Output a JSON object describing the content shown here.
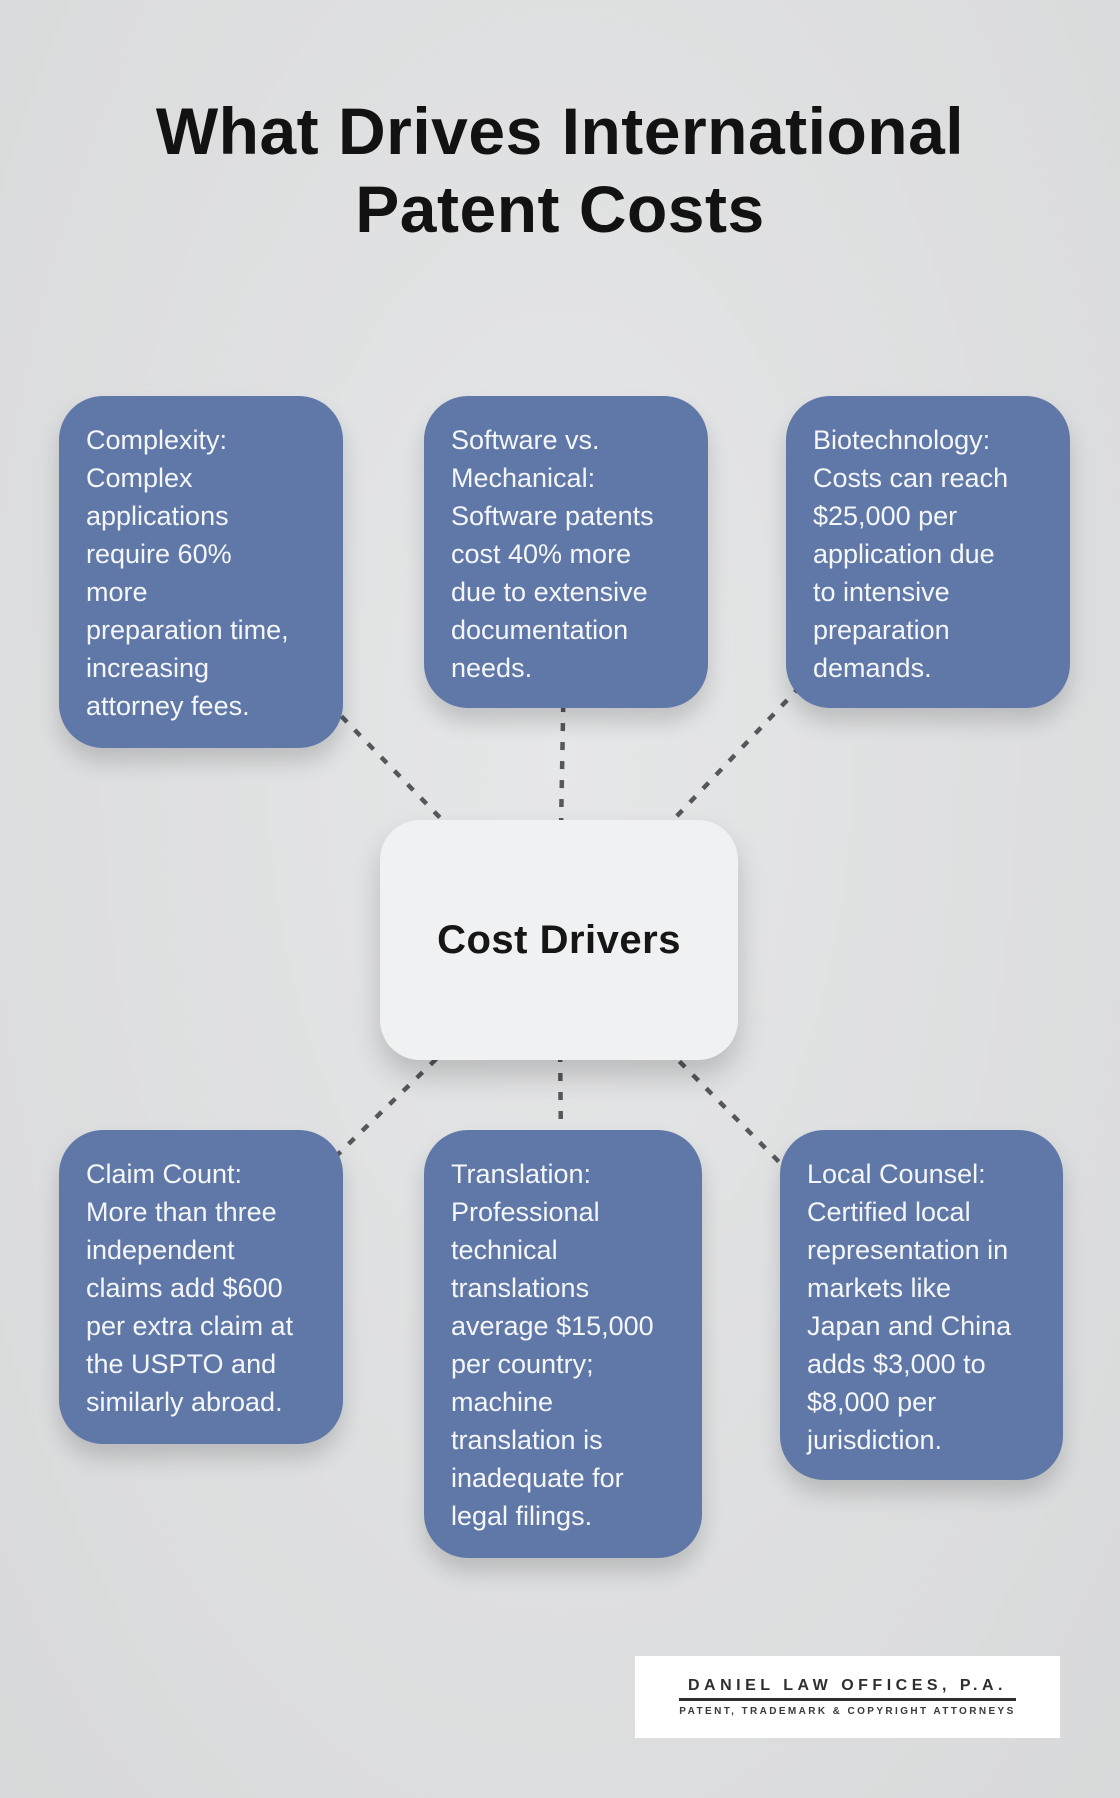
{
  "title": "What Drives International\nPatent Costs",
  "center": {
    "label": "Cost Drivers"
  },
  "nodes": [
    {
      "id": "complexity",
      "text": "Complexity:\nComplex\napplications\nrequire 60%\nmore\npreparation time,\nincreasing\nattorney fees."
    },
    {
      "id": "software-vs-mechanical",
      "text": "Software vs.\nMechanical:\nSoftware patents\ncost 40% more\ndue to extensive\ndocumentation\nneeds."
    },
    {
      "id": "biotechnology",
      "text": "Biotechnology:\nCosts can reach\n$25,000 per\napplication due\nto intensive\npreparation\ndemands."
    },
    {
      "id": "claim-count",
      "text": "Claim Count:\nMore than three\nindependent\nclaims add $600\nper extra claim at\nthe USPTO and\nsimilarly abroad."
    },
    {
      "id": "translation",
      "text": "Translation:\nProfessional\ntechnical\ntranslations\naverage $15,000\nper country;\nmachine\ntranslation is\ninadequate for\nlegal filings."
    },
    {
      "id": "local-counsel",
      "text": "Local Counsel:\nCertified local\nrepresentation in\nmarkets like\nJapan and China\nadds $3,000 to\n$8,000 per\njurisdiction."
    }
  ],
  "logo": {
    "name": "DANIEL LAW OFFICES, P.A.",
    "tagline": "PATENT, TRADEMARK & COPYRIGHT ATTORNEYS"
  },
  "colors": {
    "background": "#dfe0e1",
    "node_fill": "#6078a8",
    "node_text": "#f4f6f8",
    "center_fill": "#eff1f2",
    "connector": "#54585b",
    "title_text": "#121212",
    "logo_text": "#2e2e2e"
  }
}
